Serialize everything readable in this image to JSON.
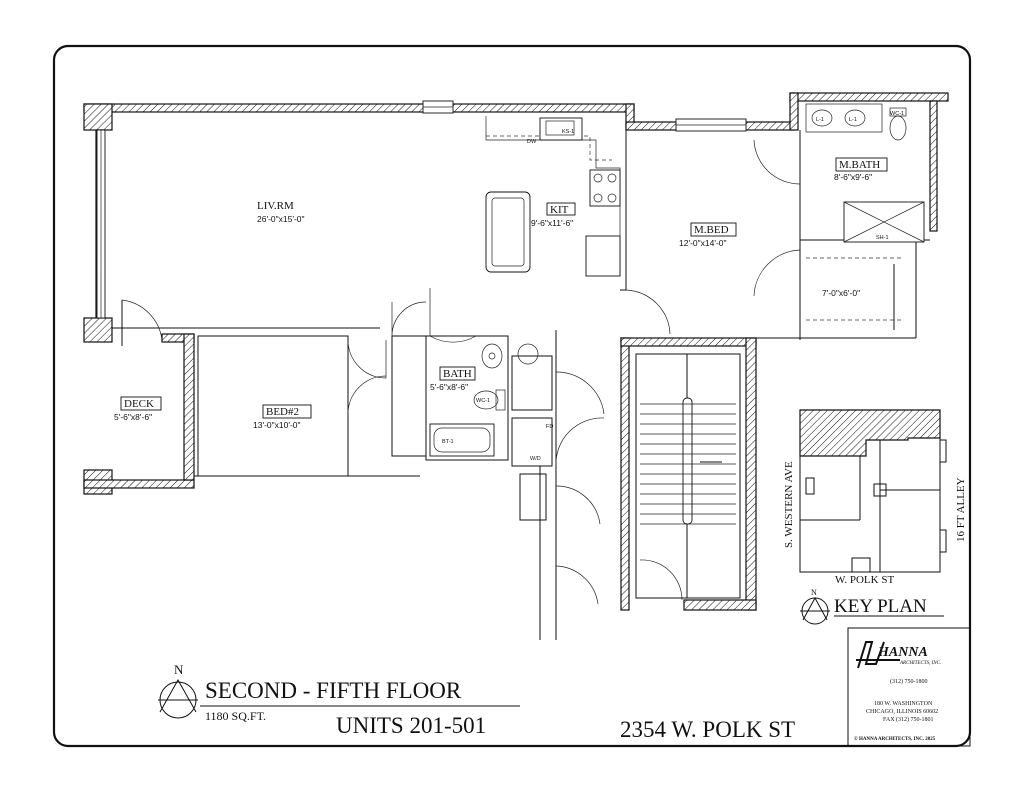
{
  "plan": {
    "floor_title": "SECOND - FIFTH FLOOR",
    "area": "1180 SQ.FT.",
    "units": "UNITS 201-501",
    "address": "2354 W. POLK ST",
    "north_label": "N"
  },
  "rooms": {
    "liv_rm": {
      "name": "LIV.RM",
      "dims": "26'-0\"x15'-0\""
    },
    "kit": {
      "name": "KIT",
      "dims": "9'-6\"x11'-6\""
    },
    "m_bed": {
      "name": "M.BED",
      "dims": "12'-0\"x14'-0\""
    },
    "m_bath": {
      "name": "M.BATH",
      "dims": "8'-6\"x9'-6\""
    },
    "closet": {
      "dims": "7'-0\"x6'-0\""
    },
    "bath": {
      "name": "BATH",
      "dims": "5'-6\"x8'-6\""
    },
    "bed2": {
      "name": "BED#2",
      "dims": "13'-0\"x10'-0\""
    },
    "deck": {
      "name": "DECK",
      "dims": "5'-6\"x8'-6\""
    }
  },
  "fixtures": {
    "dw": "DW",
    "ks1": "KS-1",
    "l1a": "L-1",
    "l1b": "L-1",
    "wc1": "WC-1",
    "sh1": "SH-1",
    "bt1": "BT-1",
    "wc1b": "WC-1",
    "wd": "W/D",
    "fd": "FD"
  },
  "key_plan": {
    "title": "KEY PLAN",
    "street_left": "S. WESTERN AVE",
    "street_bottom": "W. POLK ST",
    "alley": "16 FT ALLEY",
    "north_label": "N"
  },
  "title_block": {
    "firm_name": "HANNA",
    "firm_sub": "ARCHITECTS, INC.",
    "phone": "(312) 750-1800",
    "address1": "180 W. WASHINGTON",
    "address2": "CHICAGO, ILLINOIS 60602",
    "fax": "FAX (312) 750-1801",
    "copyright": "© HANNA ARCHITECTS, INC. 2025"
  }
}
